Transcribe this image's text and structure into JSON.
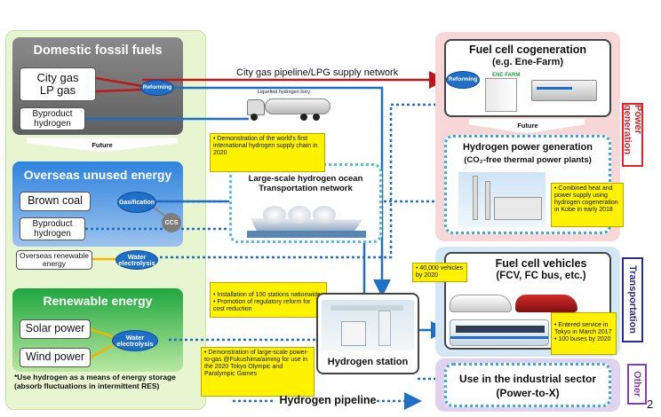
{
  "left": {
    "domestic": {
      "title": "Domestic fossil fuels",
      "city_gas": "City gas",
      "lp_gas": "LP gas",
      "byproduct": "Byproduct hydrogen",
      "reforming": "Reforming"
    },
    "future_label": "Future",
    "overseas": {
      "title": "Overseas unused energy",
      "brown_coal": "Brown coal",
      "byproduct": "Byproduct hydrogen",
      "gasification": "Gasification",
      "ccs": "CCS",
      "renewable": "Overseas renewable energy",
      "water_electrolysis": "Water electrolysis"
    },
    "renewable": {
      "title": "Renewable energy",
      "solar": "Solar power",
      "wind": "Wind power",
      "water_electrolysis": "Water electrolysis",
      "note": "*Use hydrogen as a means of energy storage (absorb fluctuations in intermittent RES)"
    }
  },
  "center": {
    "pipeline_label": "City gas pipeline/LPG supply network",
    "lorry_label": "Liquefied hydrogen lorry",
    "ocean_note": "• Demonstration of the world's first international hydrogen supply chain in 2020",
    "ocean_title": "Large-scale hydrogen ocean Transportation network",
    "stations_note": "• Installation of 100 stations nationwide\n• Promotion of regulatory reform for cost reduction",
    "power_to_gas_note": "• Demonstration of large-scale power-to-gas @Fukushima/aiming for use in the 2020 Tokyo Olympic and Paralympic Games",
    "station_label": "Hydrogen station",
    "legend_label": "Hydrogen pipeline"
  },
  "right": {
    "cogeneration": {
      "title": "Fuel cell cogeneration",
      "subtitle": "(e.g. Ene-Farm)",
      "reforming": "Reforming",
      "brand": "ENE·FARM"
    },
    "future_label": "Future",
    "power_gen": {
      "title": "Hydrogen power generation",
      "subtitle": "(CO₂-free thermal power plants)",
      "note": "• Combined heat and power supply using hydrogen cogeneration in Kobe in early 2018"
    },
    "fcv": {
      "title": "Fuel cell vehicles",
      "subtitle": "(FCV, FC bus, etc.)",
      "note_vehicles": "• 40,000 vehicles by 2020",
      "note_service": "• Entered service in Tokyo in March 2017\n• 100 buses by 2020"
    },
    "industrial": {
      "title": "Use in the industrial sector",
      "subtitle": "(Power-to-X)"
    },
    "tabs": {
      "power_generation": "Power generation",
      "transportation": "Transportation",
      "other": "Other"
    }
  },
  "page_number": "2",
  "colors": {
    "red_line": "#c0151a",
    "blue_line": "#1f6fc8",
    "yellow_line": "#f2b400",
    "left_panel": "#e6f7cc",
    "domestic_header": "#7f7f7f",
    "overseas_header": "#2e7fd8",
    "renewable_header": "#2fb84a"
  }
}
